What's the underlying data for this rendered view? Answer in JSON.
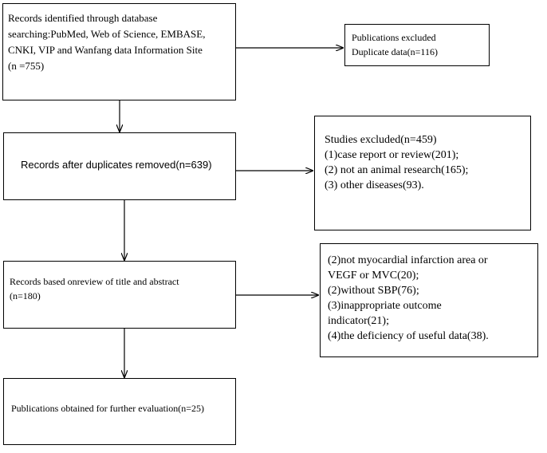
{
  "boxes": {
    "identified": {
      "lines": [
        "Records identified through database",
        "searching:PubMed, Web of Science, EMBASE,",
        "CNKI, VIP and Wanfang data Information Site",
        "(n =755)"
      ]
    },
    "excluded_duplicates": {
      "lines": [
        "Publications excluded",
        "Duplicate data(n=116)"
      ]
    },
    "after_duplicates": {
      "lines": [
        "Records after duplicates removed(n=639)"
      ]
    },
    "studies_excluded": {
      "lines": [
        "Studies excluded(n=459)",
        "(1)case report or review(201);",
        "(2) not an animal research(165);",
        "(3) other diseases(93)."
      ]
    },
    "title_abstract": {
      "lines": [
        "Records based onreview of title and abstract",
        "(n=180)"
      ]
    },
    "excluded_reasons": {
      "lines": [
        "(2)not myocardial infarction area or",
        "VEGF or MVC(20);",
        "(2)without SBP(76);",
        "(3)inappropriate outcome",
        "indicator(21);",
        "(4)the deficiency of useful data(38)."
      ]
    },
    "final": {
      "lines": [
        "Publications obtained for further evaluation(n=25)"
      ]
    }
  }
}
